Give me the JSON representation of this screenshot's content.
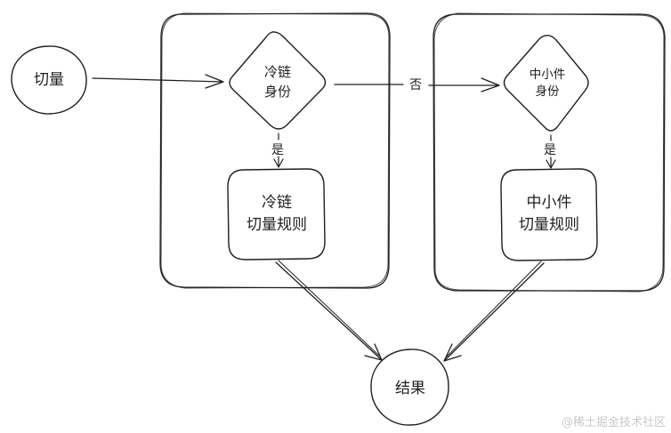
{
  "nodes": {
    "start": "切量",
    "cold_decision": [
      "冷链",
      "身份"
    ],
    "cold_rule": [
      "冷链",
      "切量规则"
    ],
    "small_decision": [
      "中小件",
      "身份"
    ],
    "small_rule": [
      "中小件",
      "切量规则"
    ],
    "result": "结果"
  },
  "edges": {
    "cold_no": "否",
    "cold_yes": "是",
    "small_yes": "是"
  },
  "watermark": "@稀土掘金技术社区"
}
